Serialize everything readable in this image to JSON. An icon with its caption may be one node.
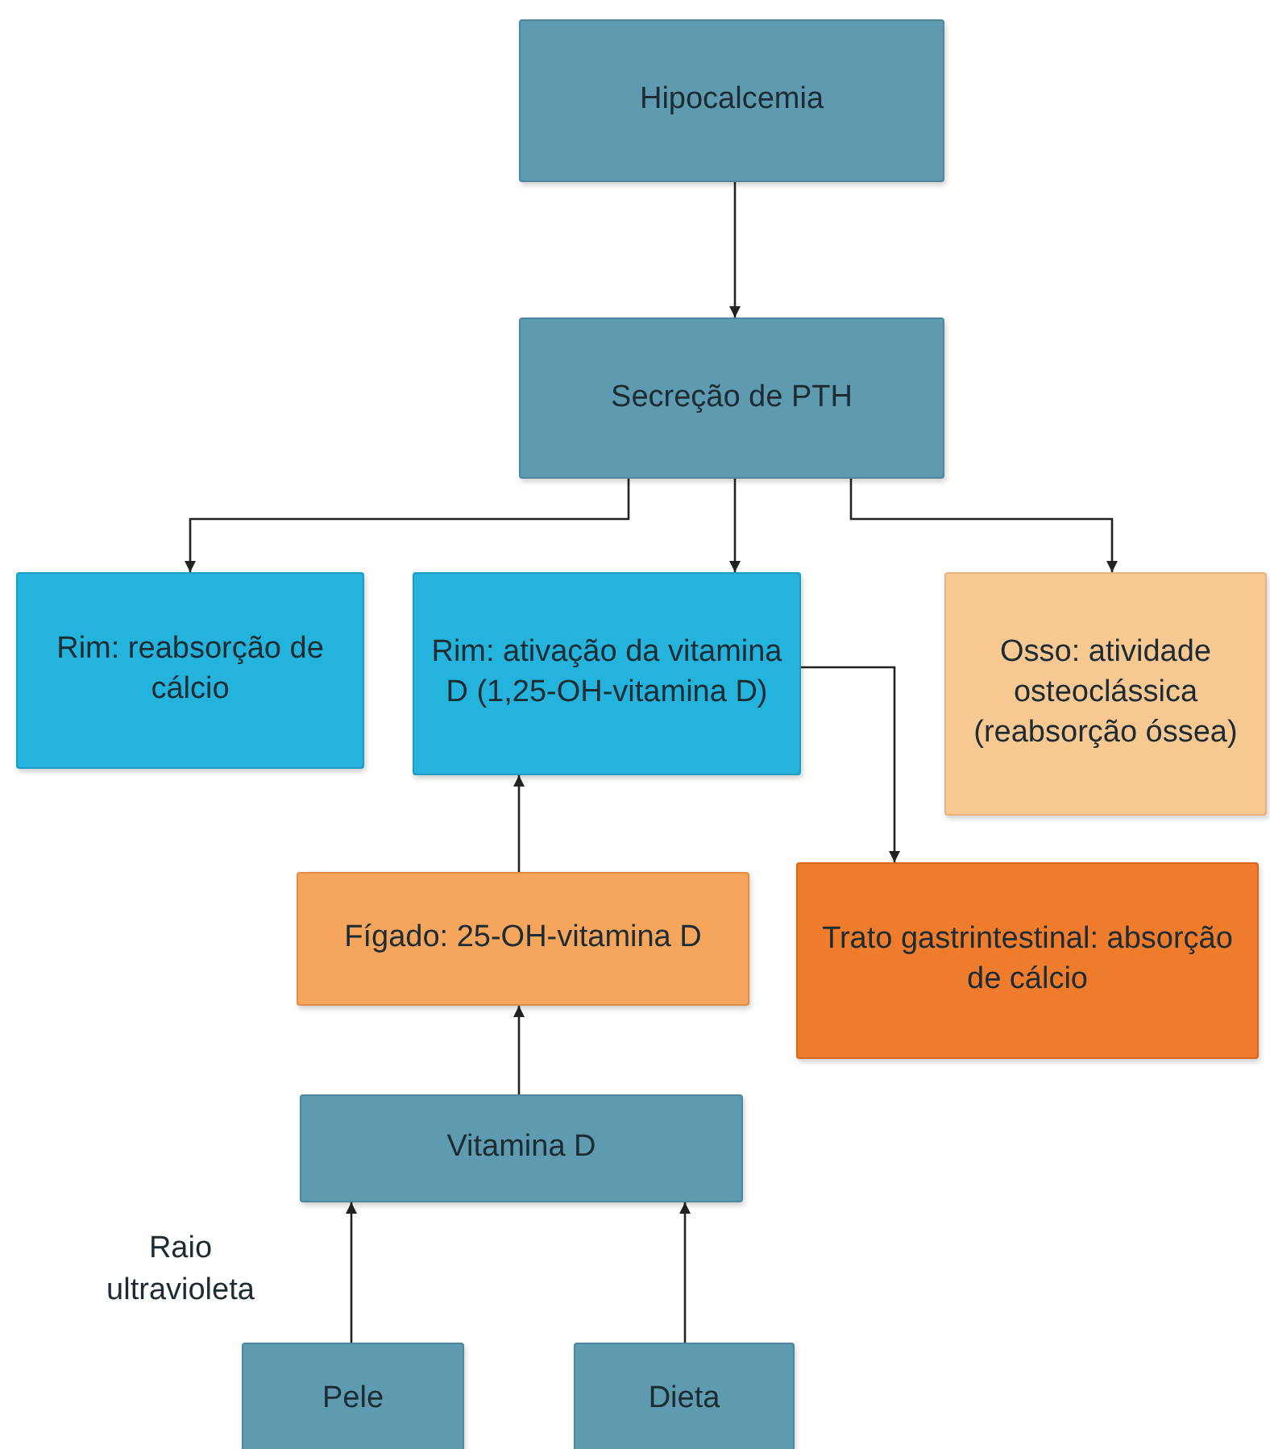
{
  "diagram": {
    "nodes": [
      {
        "text": [
          "Hipocalcemia"
        ]
      },
      {
        "text": [
          "Secreção de PTH"
        ]
      },
      {
        "text": [
          "Rim: reabsorção de cálcio"
        ]
      },
      {
        "text": [
          "Rim: ativação da vitamina D (1,25-OH-vitamina D)"
        ]
      },
      {
        "text": [
          "Osso: atividade osteoclássica (reabsorção óssea)"
        ]
      },
      {
        "text": [
          "Fígado: 25-OH-vitamina D"
        ]
      },
      {
        "text": [
          "Trato gastrintestinal: absorção de cálcio"
        ]
      },
      {
        "text": [
          "Vitamina D"
        ]
      },
      {
        "text": [
          "Pele"
        ]
      },
      {
        "text": [
          "Dieta"
        ]
      }
    ],
    "edges": [
      {
        "from": 0,
        "to": 1,
        "arrow": "to"
      },
      {
        "from": 1,
        "to": 2,
        "arrow": "to"
      },
      {
        "from": 1,
        "to": 3,
        "arrow": "to"
      },
      {
        "from": 1,
        "to": 4,
        "arrow": "to"
      },
      {
        "from": 3,
        "to": 6,
        "arrow": "to"
      },
      {
        "from": 5,
        "to": 3,
        "arrow": "to"
      },
      {
        "from": 7,
        "to": 5,
        "arrow": "to"
      },
      {
        "from": 8,
        "to": 7,
        "arrow": "to"
      },
      {
        "from": 9,
        "to": 7,
        "arrow": "to"
      }
    ],
    "labels": [
      "Raio ultravioleta"
    ]
  }
}
